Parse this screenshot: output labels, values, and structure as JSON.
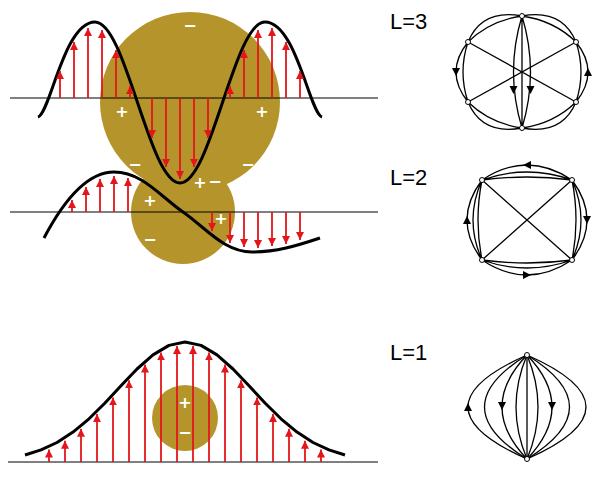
{
  "diagram": {
    "nodes": [
      {
        "text": [
          "−",
          "+",
          "+",
          "−",
          "−",
          "+"
        ]
      },
      {
        "text": [
          "+",
          "−",
          "−",
          "+"
        ]
      },
      {
        "text": [
          "+",
          "−"
        ]
      }
    ],
    "labels": [
      "L=3",
      "L=2",
      "L=1"
    ]
  }
}
